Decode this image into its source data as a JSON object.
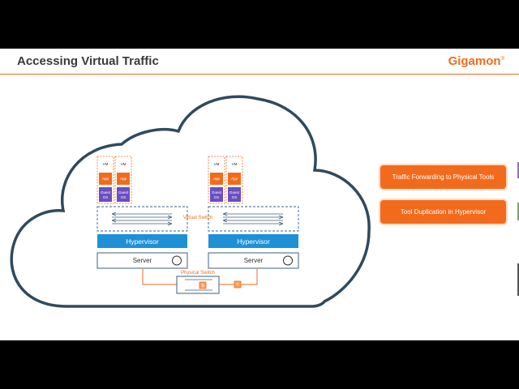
{
  "slide": {
    "title": "Accessing Virtual Traffic",
    "logo": "Gigamon",
    "logo_mark": "®"
  },
  "diagram": {
    "vm_label": "VM",
    "app_label": "App",
    "guest_os_label": "Guest OS",
    "virtual_switch_label": "Virtual Switch",
    "hypervisor_label": "Hypervisor",
    "server_label": "Server",
    "physical_switch_label": "Physical Switch",
    "tap_label": "T",
    "switch_label": "S"
  },
  "callouts": [
    "Traffic Forwarding to Physical Tools",
    "Tool Duplication in Hypervisor"
  ],
  "colors": {
    "accent": "#f26b1d",
    "hypervisor": "#1e90d6",
    "guest_os": "#6a4fc1",
    "cloud_stroke": "#2e4a5f",
    "switch_stroke": "#3f5f80"
  }
}
